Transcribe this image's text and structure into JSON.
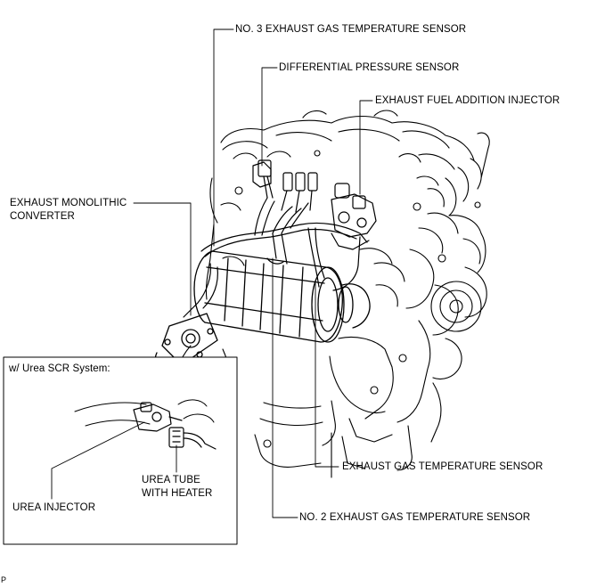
{
  "labels": {
    "no3_egt_sensor": "NO. 3 EXHAUST GAS TEMPERATURE SENSOR",
    "diff_pressure_sensor": "DIFFERENTIAL PRESSURE SENSOR",
    "exhaust_fuel_injector": "EXHAUST FUEL ADDITION INJECTOR",
    "exhaust_monolithic_converter_line1": "EXHAUST MONOLITHIC",
    "exhaust_monolithic_converter_line2": "CONVERTER",
    "egt_sensor": "EXHAUST GAS TEMPERATURE SENSOR",
    "no2_egt_sensor": "NO. 2 EXHAUST GAS TEMPERATURE SENSOR",
    "inset_title": "w/ Urea SCR System:",
    "urea_injector": "UREA INJECTOR",
    "urea_tube_line1": "UREA TUBE",
    "urea_tube_line2": "WITH HEATER",
    "corner_mark": "P"
  }
}
